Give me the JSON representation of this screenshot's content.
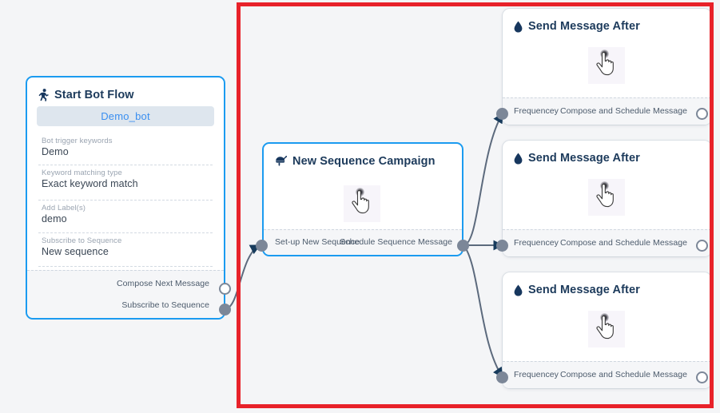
{
  "canvas": {
    "background_color": "#f4f5f7",
    "annotation_rect_color": "#e8222a"
  },
  "nodes": [
    {
      "id": "start-bot-flow",
      "title": "Start Bot Flow",
      "icon": "running-person-icon",
      "selected": true,
      "bot_button_label": "Demo_bot",
      "fields": [
        {
          "label": "Bot trigger keywords",
          "value": "Demo"
        },
        {
          "label": "Keyword matching type",
          "value": "Exact keyword match"
        },
        {
          "label": "Add Label(s)",
          "value": "demo"
        },
        {
          "label": "Subscribe to Sequence",
          "value": "New sequence"
        }
      ],
      "output_ports": [
        {
          "label": "Compose Next Message",
          "style": "hollow"
        },
        {
          "label": "Subscribe to Sequence",
          "style": "filled"
        }
      ]
    },
    {
      "id": "new-sequence-campaign",
      "title": "New Sequence Campaign",
      "icon": "megaphone-icon",
      "selected": true,
      "input_port": {
        "label": "Set-up New Sequence",
        "style": "filled"
      },
      "output_port": {
        "label": "Schedule Sequence Message",
        "style": "filled"
      }
    },
    {
      "id": "send-message-after-1",
      "title": "Send Message After",
      "icon": "water-drop-icon",
      "selected": false,
      "input_port": {
        "label": "Frequencey",
        "style": "filled"
      },
      "output_port": {
        "label": "Compose and Schedule Message",
        "style": "hollow"
      }
    },
    {
      "id": "send-message-after-2",
      "title": "Send Message After",
      "icon": "water-drop-icon",
      "selected": false,
      "input_port": {
        "label": "Frequencey",
        "style": "filled"
      },
      "output_port": {
        "label": "Compose and Schedule Message",
        "style": "hollow"
      }
    },
    {
      "id": "send-message-after-3",
      "title": "Send Message After",
      "icon": "water-drop-icon",
      "selected": false,
      "input_port": {
        "label": "Frequencey",
        "style": "filled"
      },
      "output_port": {
        "label": "Compose and Schedule Message",
        "style": "hollow"
      }
    }
  ],
  "colors": {
    "node_selected_border": "#1b9bf0",
    "title_text": "#1c3a5b",
    "port": "#7c8798",
    "edge": "#5c6a7d",
    "bot_button_bg": "#dee6ee",
    "bot_button_text": "#3b8ff0"
  }
}
